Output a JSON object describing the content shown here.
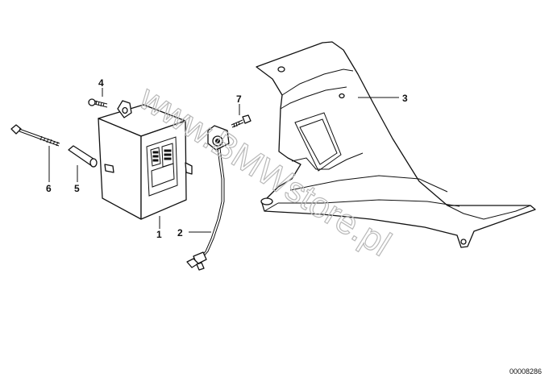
{
  "callouts": {
    "c1": "1",
    "c2": "2",
    "c3": "3",
    "c4": "4",
    "c5": "5",
    "c6": "6",
    "c7": "7"
  },
  "watermark": "www.BMWstore.pl",
  "diagram_code": "00008286",
  "colors": {
    "line": "#111111",
    "watermark": "#b9b9b9",
    "background": "#ffffff"
  }
}
